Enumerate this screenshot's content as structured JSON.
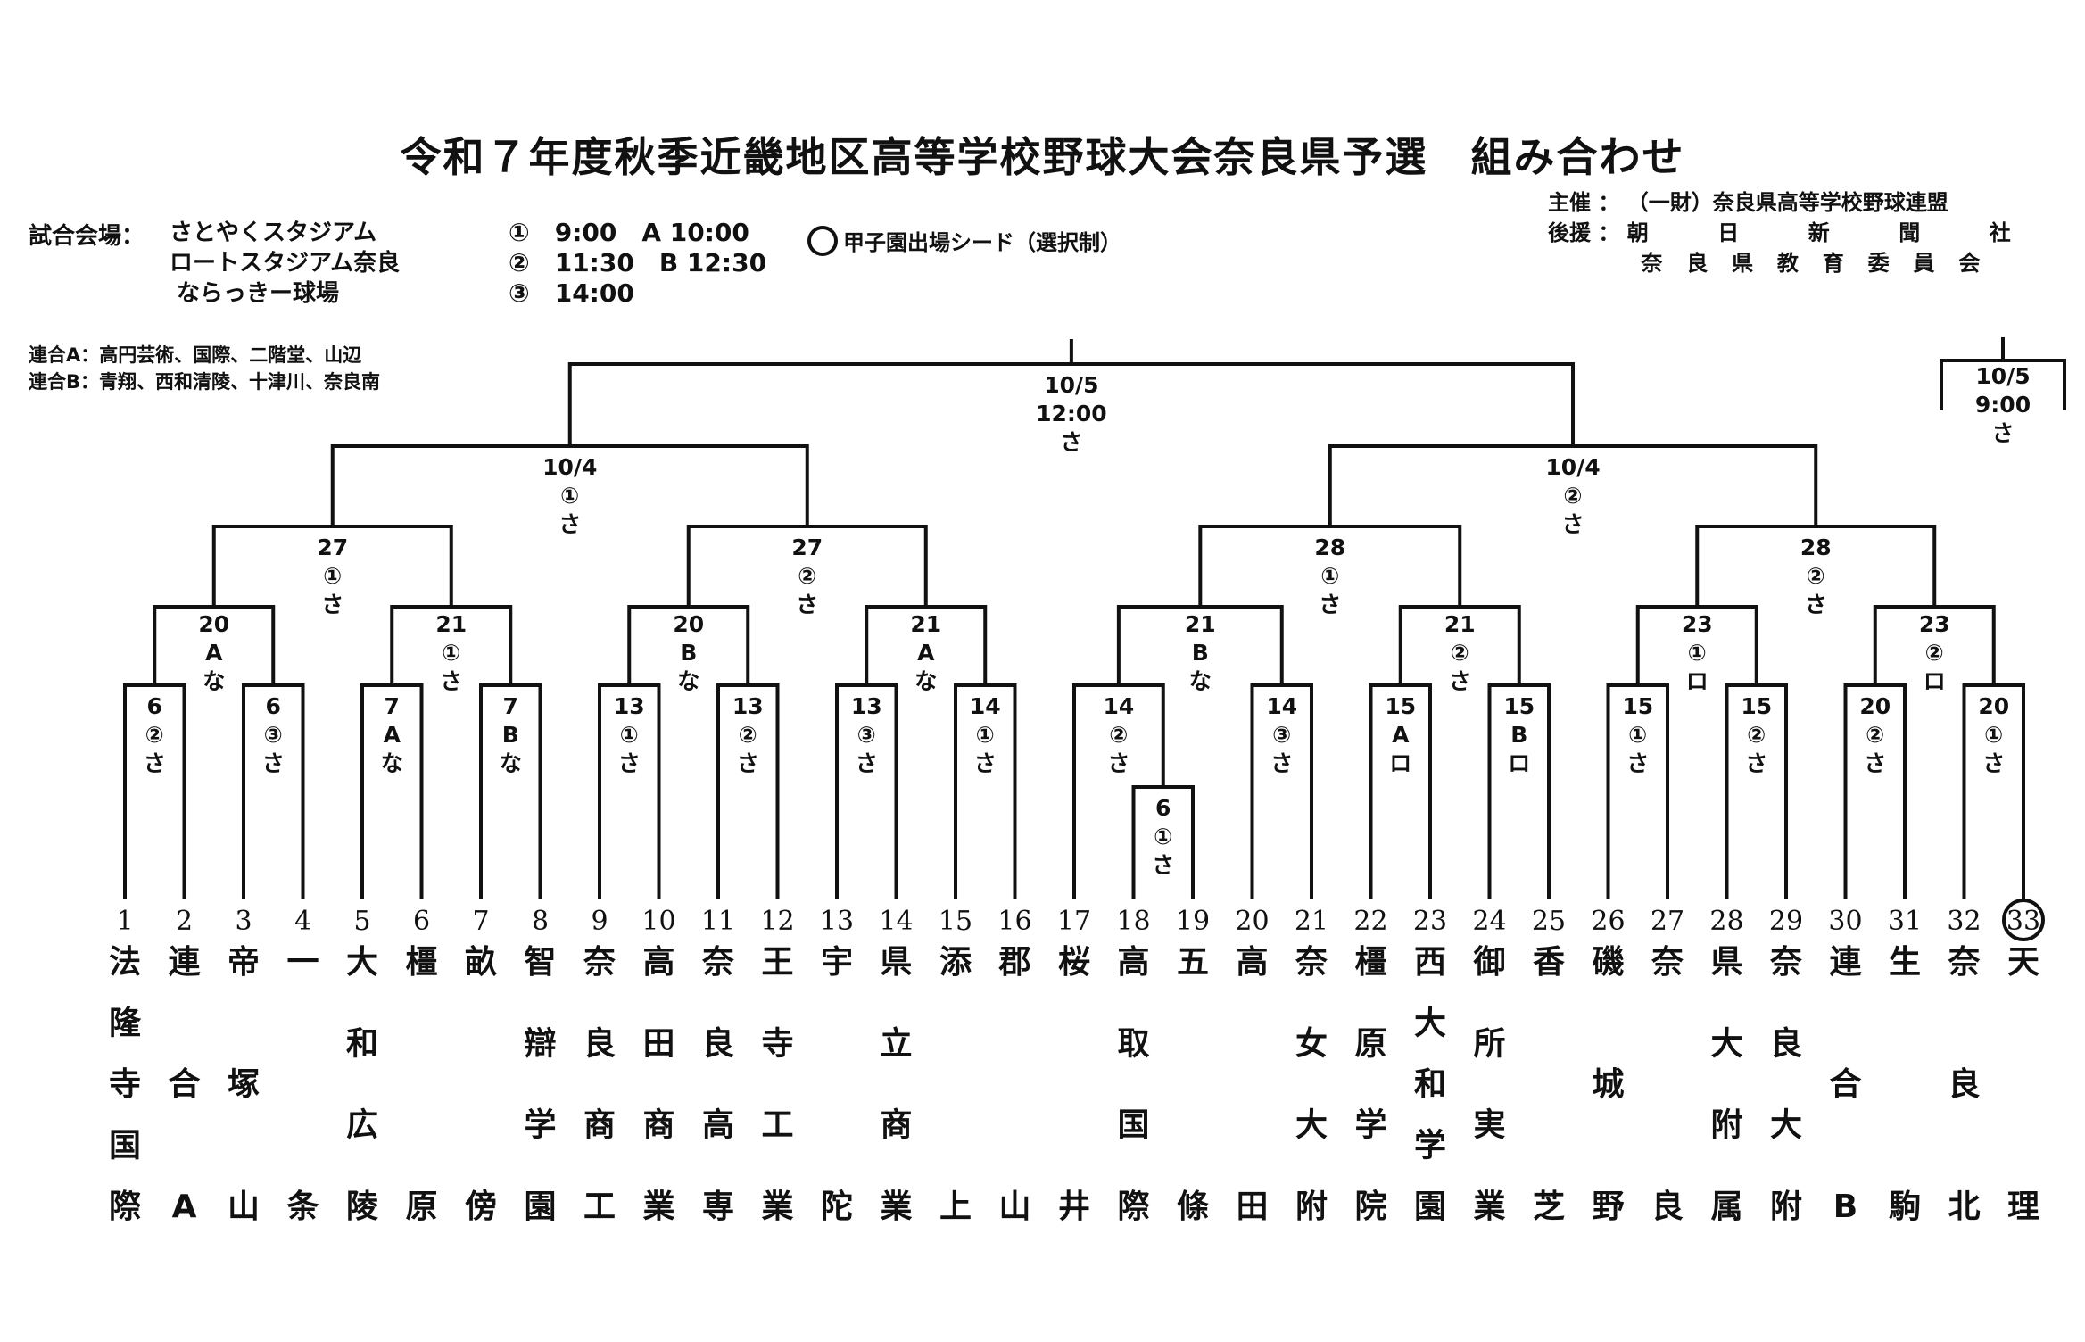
{
  "title": "令和７年度秋季近畿地区高等学校野球大会奈良県予選　組み合わせ",
  "venues_label": "試合会場：",
  "venues": [
    "さとやくスタジアム",
    "ロートスタジアム奈良",
    "ならっきー球場"
  ],
  "schedule": [
    "①　9:00　A 10:00",
    "②　11:30　B 12:30",
    "③　14:00"
  ],
  "seed_legend": "甲子園出場シード（選択制）",
  "organizer": {
    "label": "主催",
    "value": "（一財）奈良県高等学校野球連盟"
  },
  "supporter": {
    "label": "後援",
    "values": [
      "朝日新聞社",
      "奈良県教育委員会"
    ]
  },
  "union_a": "連合A：高円芸術、国際、二階堂、山辺",
  "union_b": "連合B：青翔、西和清陵、十津川、奈良南",
  "teams": [
    {
      "num": "1",
      "name": [
        "法",
        "隆",
        "寺",
        "国",
        "際"
      ]
    },
    {
      "num": "2",
      "name": [
        "連",
        "合",
        "A"
      ]
    },
    {
      "num": "3",
      "name": [
        "帝",
        "塚",
        "山"
      ]
    },
    {
      "num": "4",
      "name": [
        "一",
        "条"
      ]
    },
    {
      "num": "5",
      "name": [
        "大",
        "和",
        "広",
        "陵"
      ]
    },
    {
      "num": "6",
      "name": [
        "橿",
        "原"
      ]
    },
    {
      "num": "7",
      "name": [
        "畝",
        "傍"
      ]
    },
    {
      "num": "8",
      "name": [
        "智",
        "辯",
        "学",
        "園"
      ]
    },
    {
      "num": "9",
      "name": [
        "奈",
        "良",
        "商",
        "工"
      ]
    },
    {
      "num": "10",
      "name": [
        "高",
        "田",
        "商",
        "業"
      ]
    },
    {
      "num": "11",
      "name": [
        "奈",
        "良",
        "高",
        "専"
      ]
    },
    {
      "num": "12",
      "name": [
        "王",
        "寺",
        "工",
        "業"
      ]
    },
    {
      "num": "13",
      "name": [
        "宇",
        "陀"
      ]
    },
    {
      "num": "14",
      "name": [
        "県",
        "立",
        "商",
        "業"
      ]
    },
    {
      "num": "15",
      "name": [
        "添",
        "上"
      ]
    },
    {
      "num": "16",
      "name": [
        "郡",
        "山"
      ]
    },
    {
      "num": "17",
      "name": [
        "桜",
        "井"
      ]
    },
    {
      "num": "18",
      "name": [
        "高",
        "取",
        "国",
        "際"
      ]
    },
    {
      "num": "19",
      "name": [
        "五",
        "條"
      ]
    },
    {
      "num": "20",
      "name": [
        "高",
        "田"
      ]
    },
    {
      "num": "21",
      "name": [
        "奈",
        "女",
        "大",
        "附"
      ]
    },
    {
      "num": "22",
      "name": [
        "橿",
        "原",
        "学",
        "院"
      ]
    },
    {
      "num": "23",
      "name": [
        "西",
        "大",
        "和",
        "学",
        "園"
      ]
    },
    {
      "num": "24",
      "name": [
        "御",
        "所",
        "実",
        "業"
      ]
    },
    {
      "num": "25",
      "name": [
        "香",
        "芝"
      ]
    },
    {
      "num": "26",
      "name": [
        "磯",
        "城",
        "野"
      ]
    },
    {
      "num": "27",
      "name": [
        "奈",
        "良"
      ]
    },
    {
      "num": "28",
      "name": [
        "県",
        "大",
        "附",
        "属"
      ]
    },
    {
      "num": "29",
      "name": [
        "奈",
        "良",
        "大",
        "附"
      ]
    },
    {
      "num": "30",
      "name": [
        "連",
        "合",
        "B"
      ]
    },
    {
      "num": "31",
      "name": [
        "生",
        "駒"
      ]
    },
    {
      "num": "32",
      "name": [
        "奈",
        "良",
        "北"
      ]
    },
    {
      "num": "33",
      "name": [
        "天",
        "理"
      ],
      "seed": true
    }
  ],
  "games": [
    {
      "id": "g1-2",
      "lines": [
        "6",
        "②",
        "さ"
      ]
    },
    {
      "id": "g3-4",
      "lines": [
        "6",
        "③",
        "さ"
      ]
    },
    {
      "id": "g5-6",
      "lines": [
        "7",
        "A",
        "な"
      ]
    },
    {
      "id": "g7-8",
      "lines": [
        "7",
        "B",
        "な"
      ]
    },
    {
      "id": "g9-10",
      "lines": [
        "13",
        "①",
        "さ"
      ]
    },
    {
      "id": "g11-12",
      "lines": [
        "13",
        "②",
        "さ"
      ]
    },
    {
      "id": "g13-14",
      "lines": [
        "13",
        "③",
        "さ"
      ]
    },
    {
      "id": "g15-16",
      "lines": [
        "14",
        "①",
        "さ"
      ]
    },
    {
      "id": "g17-g18",
      "lines": [
        "14",
        "②",
        "さ"
      ]
    },
    {
      "id": "g18-19",
      "lines": [
        "6",
        "①",
        "さ"
      ]
    },
    {
      "id": "g20-21",
      "lines": [
        "14",
        "③",
        "さ"
      ]
    },
    {
      "id": "g22-23",
      "lines": [
        "15",
        "A",
        "ロ"
      ]
    },
    {
      "id": "g24-25",
      "lines": [
        "15",
        "B",
        "ロ"
      ]
    },
    {
      "id": "g26-27",
      "lines": [
        "15",
        "①",
        "さ"
      ]
    },
    {
      "id": "g28-29",
      "lines": [
        "15",
        "②",
        "さ"
      ]
    },
    {
      "id": "g30-31",
      "lines": [
        "20",
        "②",
        "さ"
      ]
    },
    {
      "id": "g32-33",
      "lines": [
        "20",
        "①",
        "さ"
      ]
    },
    {
      "id": "r2a",
      "lines": [
        "20",
        "A",
        "な"
      ]
    },
    {
      "id": "r2b",
      "lines": [
        "21",
        "①",
        "さ"
      ]
    },
    {
      "id": "r2c",
      "lines": [
        "20",
        "B",
        "な"
      ]
    },
    {
      "id": "r2d",
      "lines": [
        "21",
        "A",
        "な"
      ]
    },
    {
      "id": "r2e",
      "lines": [
        "21",
        "B",
        "な"
      ]
    },
    {
      "id": "r2f",
      "lines": [
        "21",
        "②",
        "さ"
      ]
    },
    {
      "id": "r2g",
      "lines": [
        "23",
        "①",
        "ロ"
      ]
    },
    {
      "id": "r2h",
      "lines": [
        "23",
        "②",
        "ロ"
      ]
    },
    {
      "id": "r3a",
      "lines": [
        "27",
        "①",
        "さ"
      ]
    },
    {
      "id": "r3b",
      "lines": [
        "27",
        "②",
        "さ"
      ]
    },
    {
      "id": "r3c",
      "lines": [
        "28",
        "①",
        "さ"
      ]
    },
    {
      "id": "r3d",
      "lines": [
        "28",
        "②",
        "さ"
      ]
    },
    {
      "id": "sfa",
      "lines": [
        "10/4",
        "①",
        "さ"
      ]
    },
    {
      "id": "sfb",
      "lines": [
        "10/4",
        "②",
        "さ"
      ]
    },
    {
      "id": "final",
      "lines": [
        "10/5",
        "12:00",
        "さ"
      ]
    },
    {
      "id": "third",
      "lines": [
        "10/5",
        "9:00",
        "さ"
      ]
    }
  ]
}
